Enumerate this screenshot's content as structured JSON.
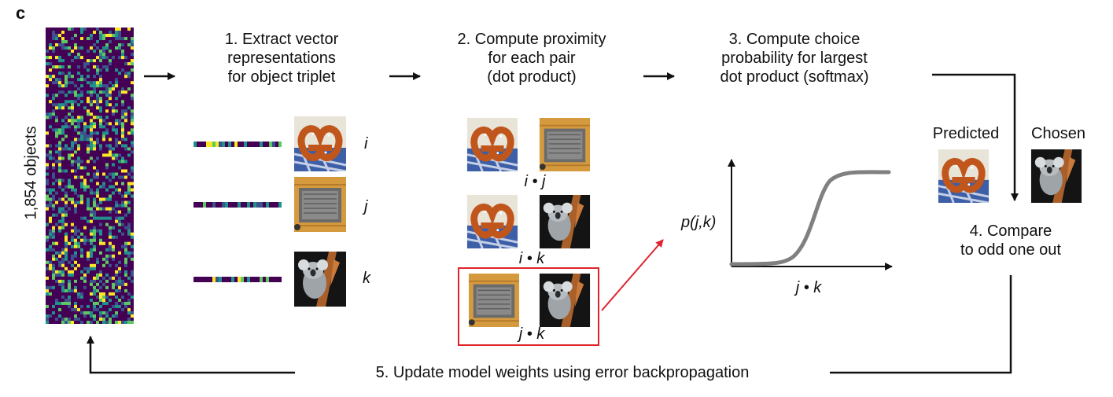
{
  "panel_label": "c",
  "matrix_label": "1,854 objects",
  "steps": {
    "step1": "1. Extract vector\nrepresentations\nfor object triplet",
    "step2": "2. Compute proximity\nfor each pair\n(dot product)",
    "step3": "3. Compute choice\nprobability for largest\ndot product (softmax)",
    "step4": "4. Compare\nto odd one out",
    "step5": "5. Update model weights using error backpropagation"
  },
  "objects": {
    "i": "i",
    "j": "j",
    "k": "k"
  },
  "pairs": {
    "ij": "i • j",
    "ik": "i • k",
    "jk": "j • k"
  },
  "sigmoid": {
    "ylabel": "p(j,k)",
    "xlabel": "j • k"
  },
  "compare": {
    "predicted": "Predicted",
    "chosen": "Chosen"
  },
  "colors": {
    "highlight": "#e0242c",
    "curve": "#808080",
    "viridis": [
      "#440154",
      "#3b528b",
      "#21918c",
      "#5ec962",
      "#fde725"
    ]
  }
}
